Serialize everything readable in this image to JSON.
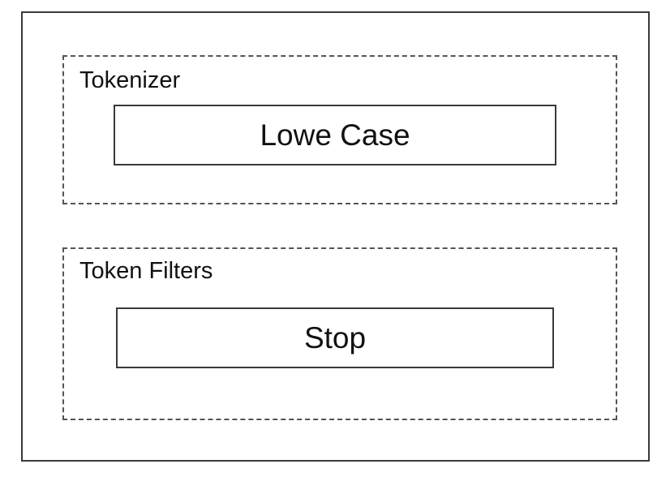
{
  "diagram": {
    "tokenizer": {
      "label": "Tokenizer",
      "component": "Lowe Case"
    },
    "token_filters": {
      "label": "Token Filters",
      "component": "Stop"
    }
  }
}
